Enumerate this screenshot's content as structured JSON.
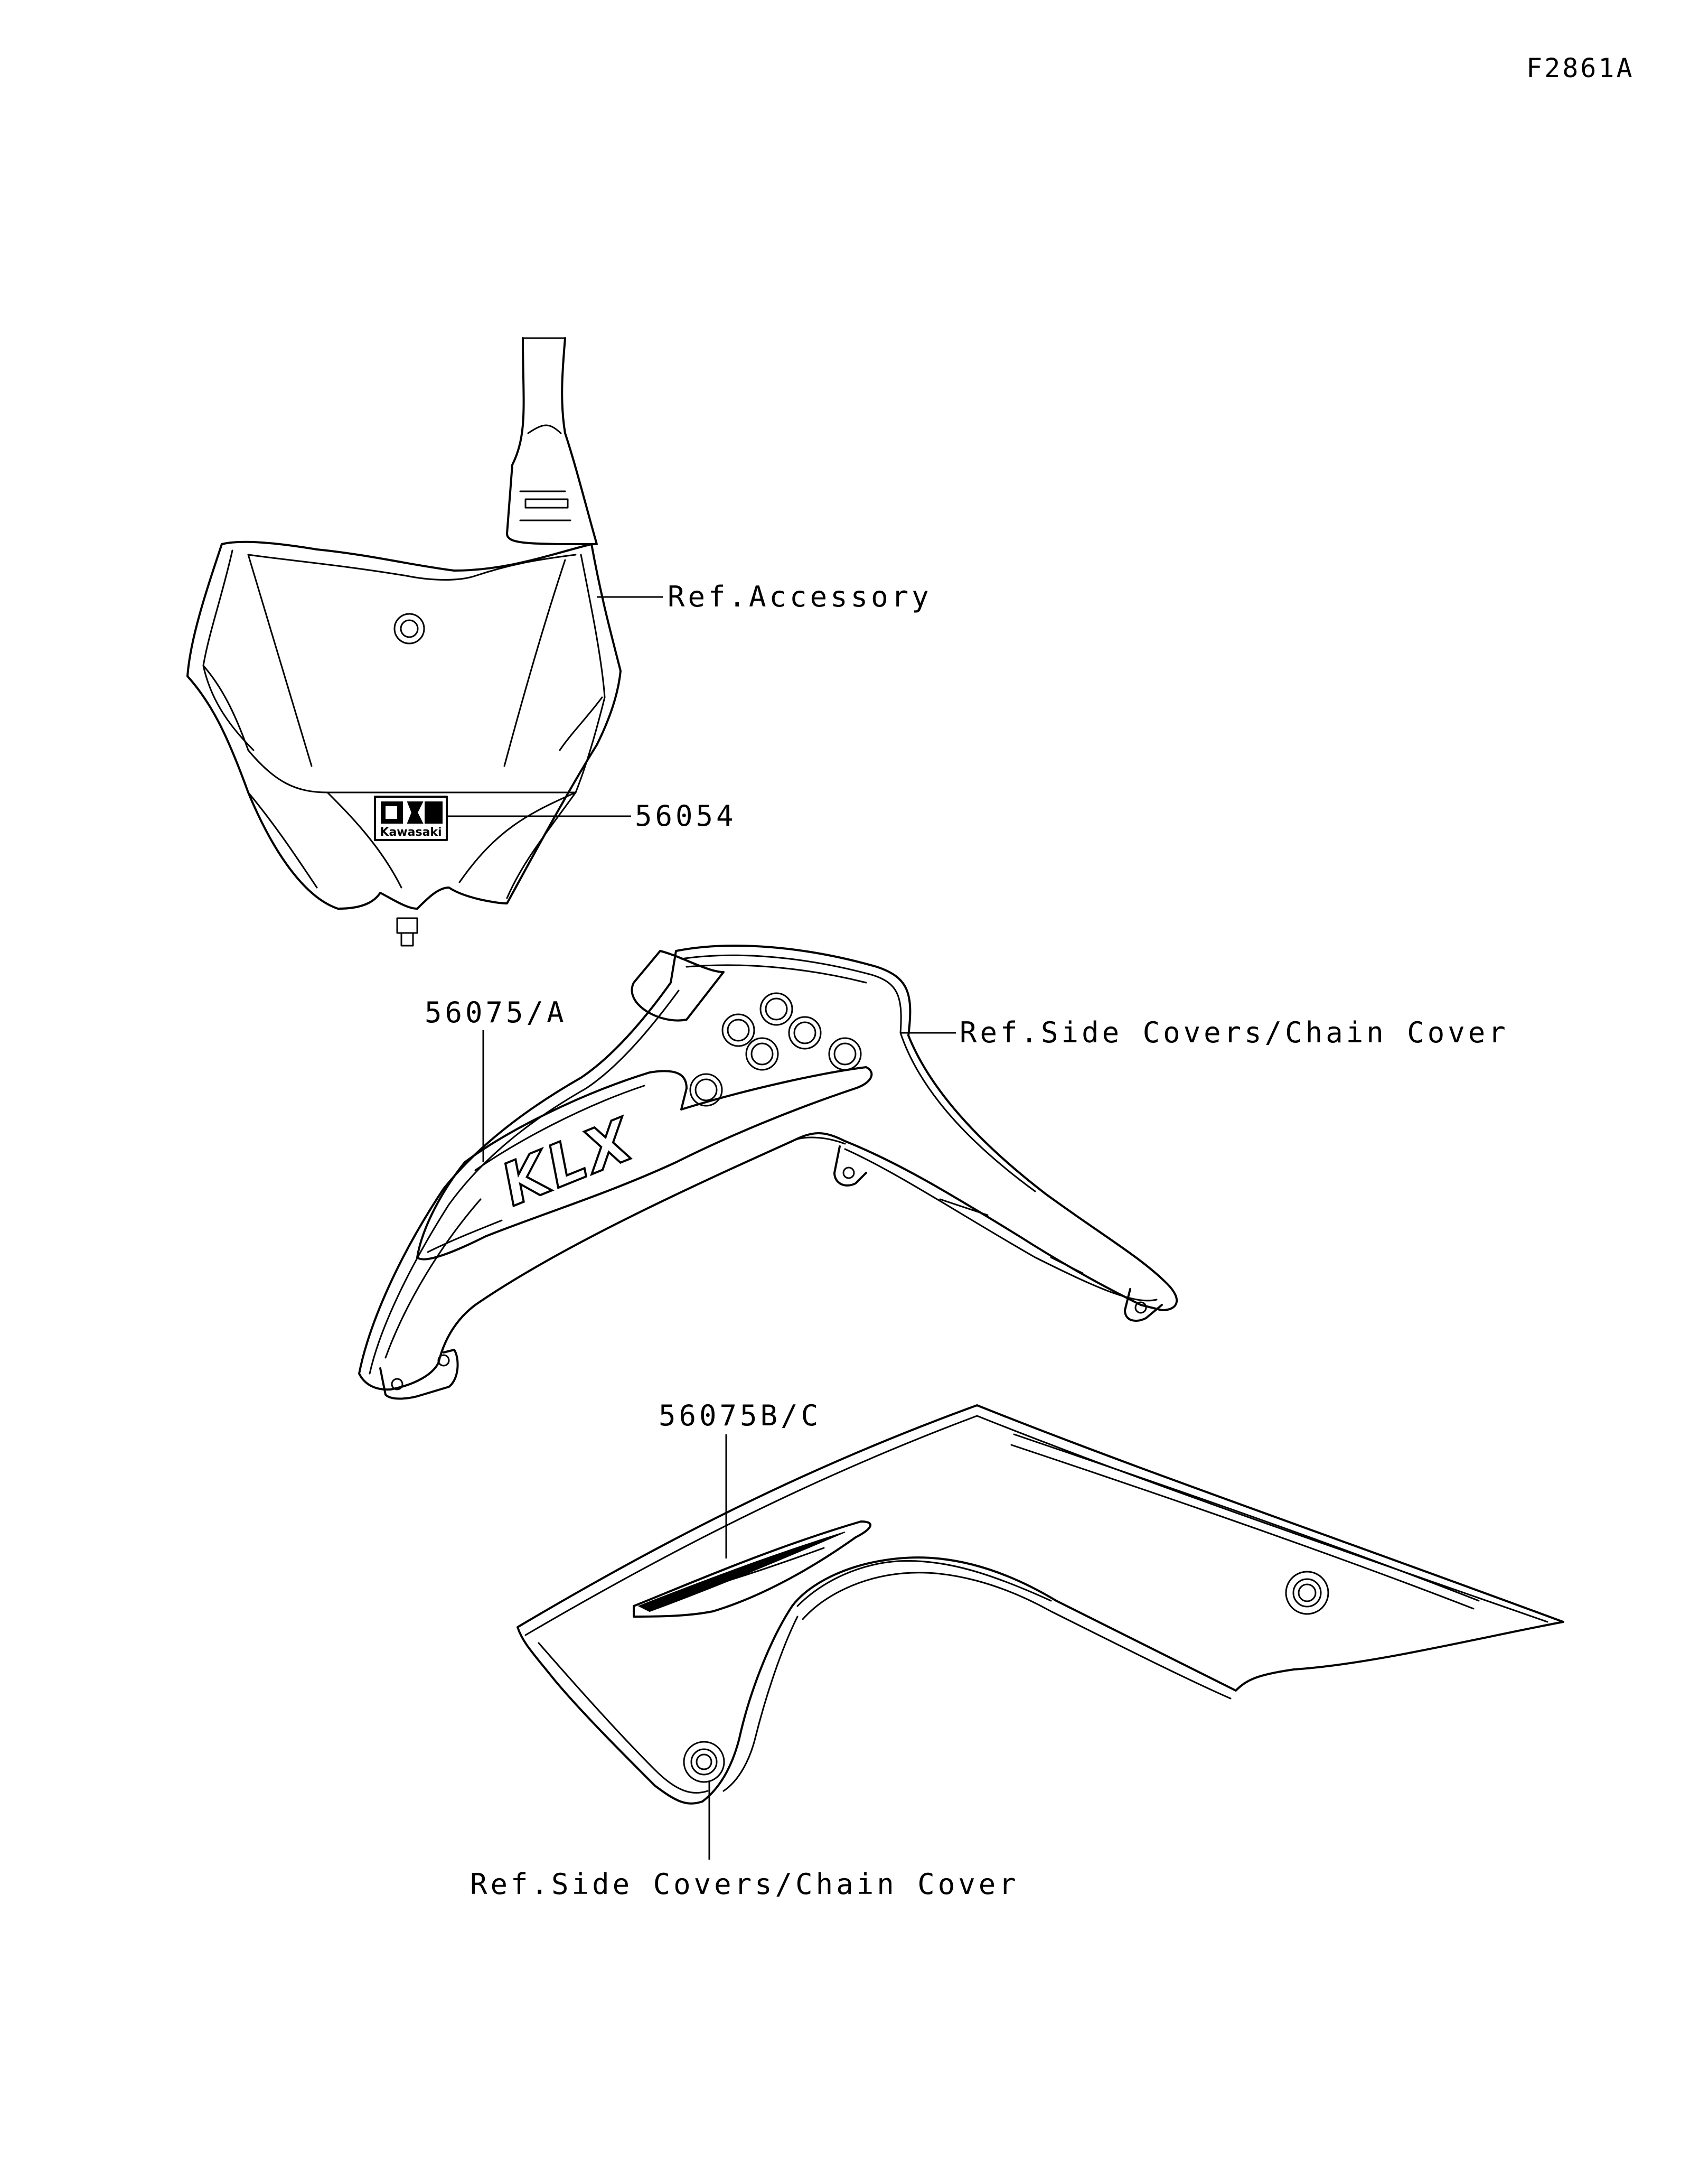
{
  "diagram_code": "F2861A",
  "labels": {
    "number_plate_ref": "Ref.Accessory",
    "number_plate_decal": "56054",
    "shroud_decal": "56075/A",
    "shroud_ref": "Ref.Side Covers/Chain Cover",
    "side_cover_decal": "56075B/C",
    "side_cover_ref": "Ref.Side Covers/Chain Cover"
  },
  "logo_text": "Kawasaki",
  "decal_text": "KLX"
}
